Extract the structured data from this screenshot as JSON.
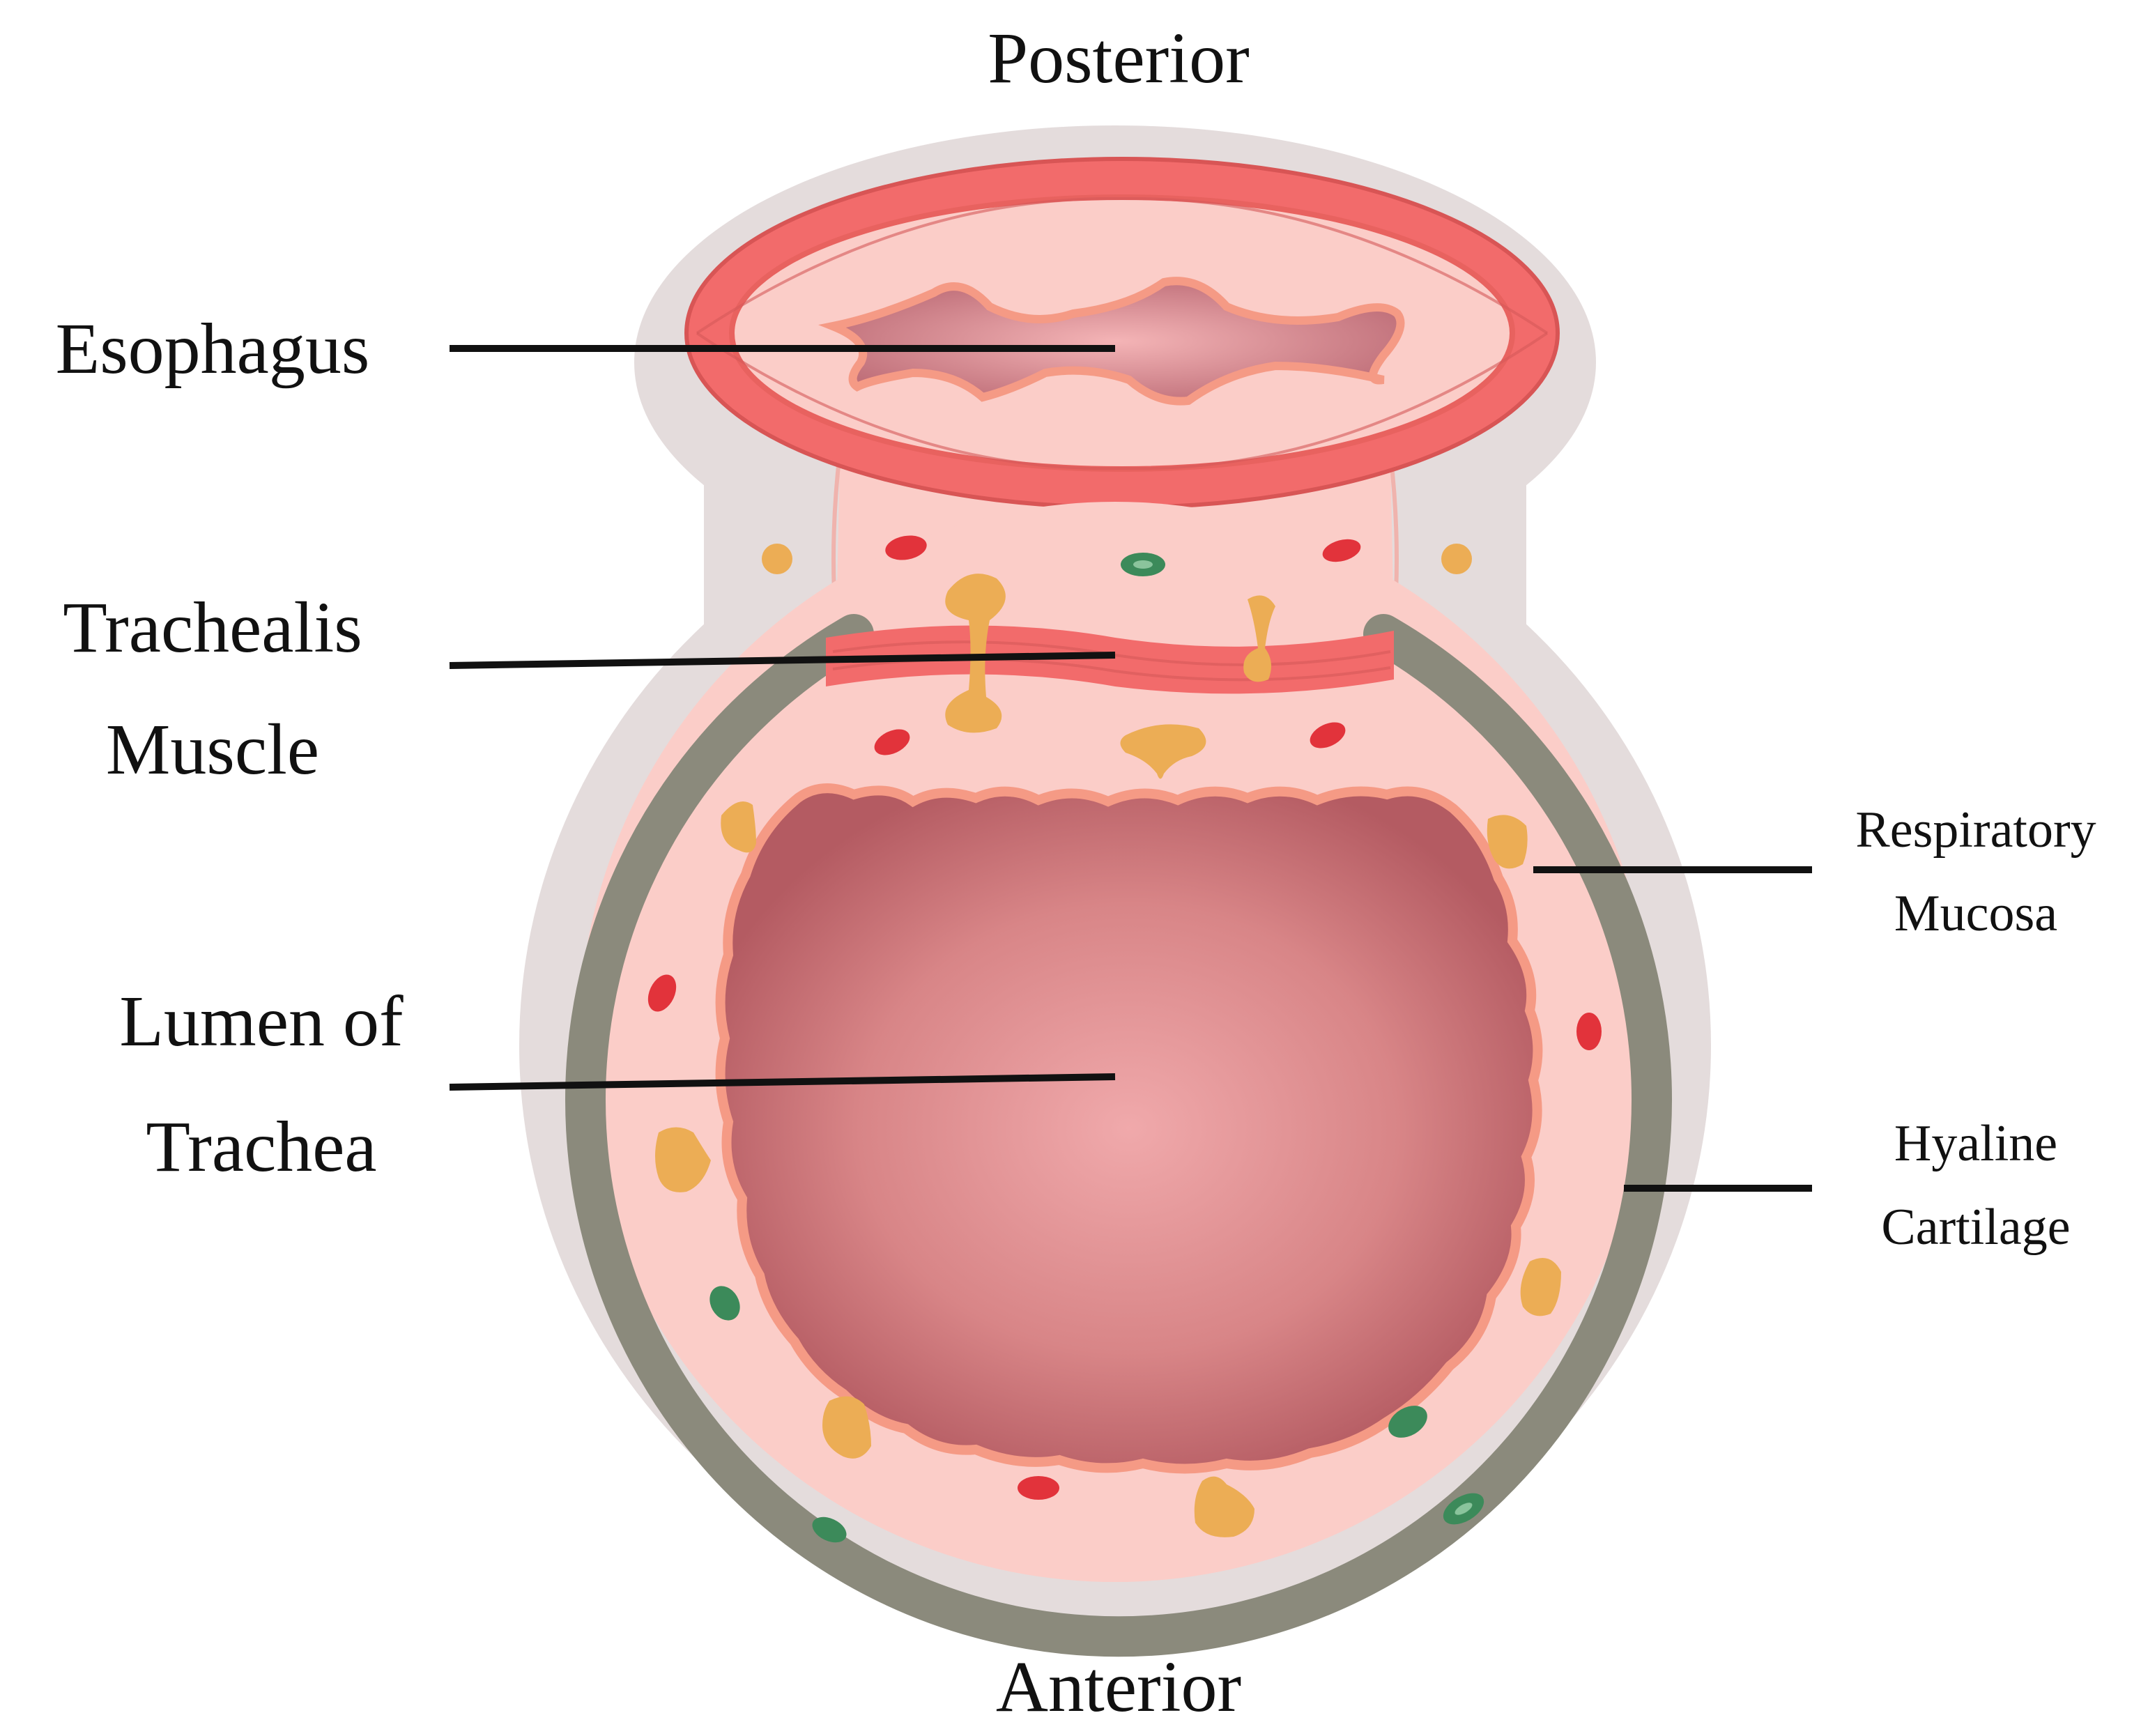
{
  "orientation": {
    "top": "Posterior",
    "bottom": "Anterior"
  },
  "labels": {
    "esophagus": "Esophagus",
    "trachealis_line1": "Trachealis",
    "trachealis_line2": "Muscle",
    "lumen_line1": "Lumen of",
    "lumen_line2": "Trachea",
    "mucosa_line1": "Respiratory",
    "mucosa_line2": "Mucosa",
    "cartilage_line1": "Hyaline",
    "cartilage_line2": "Cartilage"
  },
  "colors": {
    "adventitia": "#e4dcdc",
    "muscle": "#f26b6b",
    "tissue": "#fbcdc8",
    "lumen_center": "#f0a9ab",
    "lumen_edge": "#b45b62",
    "mucosa_edge": "#f59a85",
    "cartilage": "#8b8a7c",
    "gland": "#ecad55",
    "vessel_red": "#e2333b",
    "vessel_green": "#3c8a5a"
  }
}
